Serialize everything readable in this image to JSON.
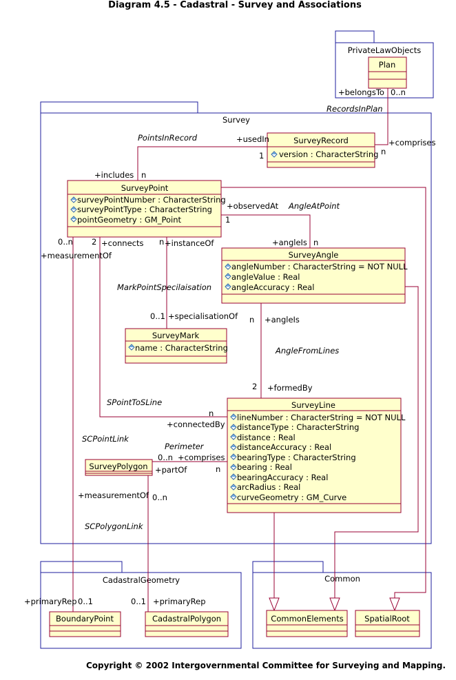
{
  "title": "Diagram 4.5 - Cadastral - Survey and Associations",
  "copyright": "Copyright © 2002 Intergovernmental Committee for Surveying and Mapping.",
  "colors": {
    "package_border": "#1c1c9c",
    "class_fill": "#ffffcc",
    "class_border": "#990033"
  },
  "icons": {
    "attribute": "attribute-icon"
  },
  "packages": {
    "private_law_objects": "PrivateLawObjects",
    "survey": "Survey",
    "cadastral_geometry": "CadastralGeometry",
    "common": "Common"
  },
  "classes": {
    "plan": {
      "name": "Plan"
    },
    "survey_record": {
      "name": "SurveyRecord",
      "attributes": [
        "version : CharacterString"
      ]
    },
    "survey_point": {
      "name": "SurveyPoint",
      "attributes": [
        "surveyPointNumber : CharacterString",
        "surveyPointType : CharacterString",
        "pointGeometry : GM_Point"
      ]
    },
    "survey_angle": {
      "name": "SurveyAngle",
      "attributes": [
        "angleNumber : CharacterString = NOT NULL",
        "angleValue : Real",
        "angleAccuracy : Real"
      ]
    },
    "survey_mark": {
      "name": "SurveyMark",
      "attributes": [
        "name : CharacterString"
      ]
    },
    "survey_line": {
      "name": "SurveyLine",
      "attributes": [
        "lineNumber : CharacterString = NOT NULL",
        "distanceType : CharacterString",
        "distance : Real",
        "distanceAccuracy : Real",
        "bearingType : CharacterString",
        "bearing : Real",
        "bearingAccuracy : Real",
        "arcRadius : Real",
        "curveGeometry : GM_Curve"
      ]
    },
    "survey_polygon": {
      "name": "SurveyPolygon"
    },
    "boundary_point": {
      "name": "BoundaryPoint"
    },
    "cadastral_polygon": {
      "name": "CadastralPolygon"
    },
    "common_elements": {
      "name": "CommonElements"
    },
    "spatial_root": {
      "name": "SpatialRoot"
    }
  },
  "associations": {
    "records_in_plan": "RecordsInPlan",
    "points_in_record": "PointsInRecord",
    "angle_at_point": "AngleAtPoint",
    "mark_point_specialisation": "MarkPointSpecilaisation",
    "angle_from_lines": "AngleFromLines",
    "spoint_to_sline": "SPointToSLine",
    "sc_point_link": "SCPointLink",
    "perimeter": "Perimeter",
    "sc_polygon_link": "SCPolygonLink"
  },
  "roles": {
    "belongs_to": "+belongsTo",
    "comprises": "+comprises",
    "used_in": "+usedIn",
    "includes": "+includes",
    "observed_at": "+observedAt",
    "angle_is": "+angleIs",
    "connects": "+connects",
    "instance_of": "+instanceOf",
    "measurement_of": "+measurementOf",
    "specialisation_of": "+specialisationOf",
    "formed_by": "+formedBy",
    "connected_by": "+connectedBy",
    "part_of": "+partOf",
    "primary_rep": "+primaryRep"
  },
  "multiplicities": {
    "zero_n": "0..n",
    "one": "1",
    "n": "n",
    "two": "2",
    "zero_one": "0..1"
  }
}
